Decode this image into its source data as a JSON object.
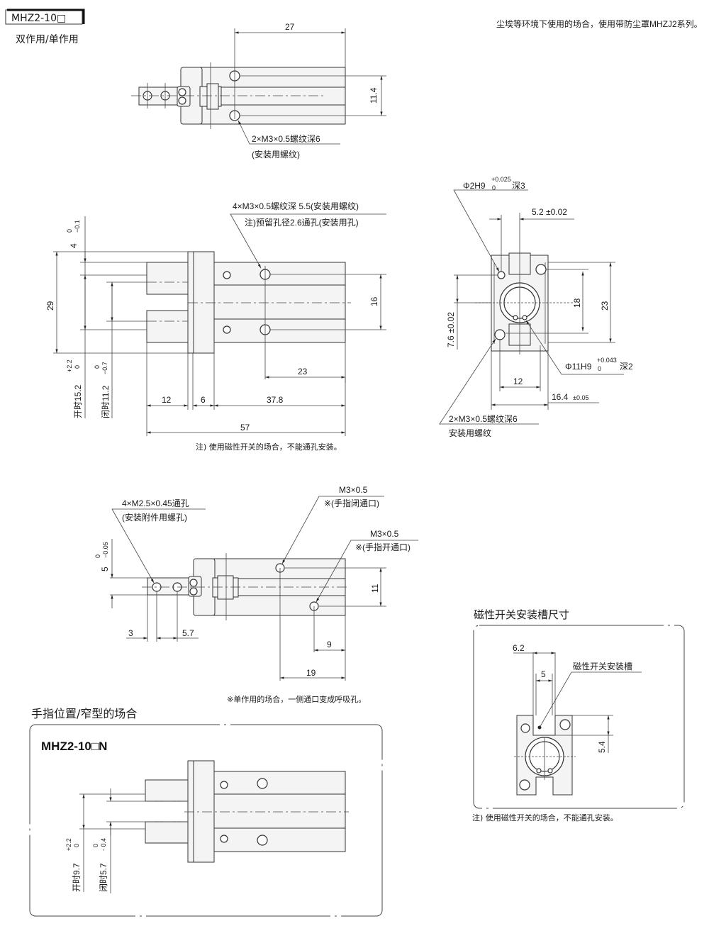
{
  "header": {
    "model": "MHZ2-10□",
    "subtitle": "双作用/单作用",
    "dust_note": "尘埃等环境下使用的场合，使用带防尘罩MHZJ2系列。"
  },
  "top_view": {
    "dim_27": "27",
    "dim_11_4": "11.4",
    "thread_label": "2×M3×0.5螺纹深6",
    "thread_sub": "(安装用螺纹)"
  },
  "side_view": {
    "thread_label": "4×M3×0.5螺纹深 5.5(安装用螺纹)",
    "note_label": "注)预留孔径2.6通孔(安装用孔)",
    "dim_4": "4",
    "tol_4_upper": "0",
    "tol_4_lower": "−0.1",
    "dim_29": "29",
    "dim_16": "16",
    "dim_23": "23",
    "dim_12": "12",
    "dim_6": "6",
    "dim_37_8": "37.8",
    "dim_57": "57",
    "open_label": "开时15.2",
    "open_tol_upper": "+2.2",
    "open_tol_lower": "0",
    "closed_label": "闭时11.2",
    "closed_tol_upper": "0",
    "closed_tol_lower": "−0.7",
    "footnote": "注) 使用磁性开关的场合，不能通孔安装。"
  },
  "end_view": {
    "pin_hole_label": "Φ2H9",
    "pin_tol_upper": "+0.025",
    "pin_tol_lower": "0",
    "pin_depth": "深3",
    "dim_5_2": "5.2 ±0.02",
    "dim_7_6": "7.6 ±0.02",
    "dim_18": "18",
    "dim_23": "23",
    "bore_label": "Φ11H9",
    "bore_tol_upper": "+0.043",
    "bore_tol_lower": "0",
    "bore_depth": "深2",
    "dim_12": "12",
    "dim_16_4": "16.4",
    "dim_16_4_tol": "±0.05",
    "thread_label": "2×M3×0.5螺纹深6",
    "thread_sub": "安装用螺纹"
  },
  "bottom_view": {
    "thread_label": "4×M2.5×0.45通孔",
    "thread_sub": "(安装附件用螺孔)",
    "port_close_label": "M3×0.5",
    "port_close_sub": "※(手指闭通口)",
    "port_open_label": "M3×0.5",
    "port_open_sub": "※(手指开通口)",
    "dim_5": "5",
    "tol_5_upper": "0",
    "tol_5_lower": "−0.05",
    "dim_3": "3",
    "dim_5_7": "5.7",
    "dim_11": "11",
    "dim_9": "9",
    "dim_19": "19",
    "footnote": "※单作用的场合，一侧通口变成呼吸孔。"
  },
  "narrow_section": {
    "title": "手指位置/窄型的场合",
    "model": "MHZ2-10□N",
    "open_label": "开时9.7",
    "open_tol_upper": "+2.2",
    "open_tol_lower": "0",
    "closed_label": "闭时5.7",
    "closed_tol_upper": "0",
    "closed_tol_lower": "- 0.4"
  },
  "switch_section": {
    "title": "磁性开关安装槽尺寸",
    "dim_6_2": "6.2",
    "dim_5": "5",
    "dim_5_4": "5.4",
    "slot_label": "磁性开关安装槽",
    "footnote": "注) 使用磁性开关的场合，不能通孔安装。"
  }
}
